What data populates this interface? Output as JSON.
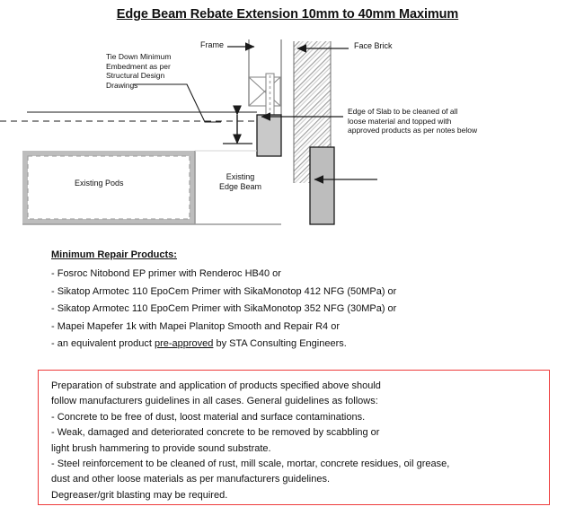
{
  "document": {
    "title": "Edge Beam Rebate Extension 10mm to 40mm Maximum"
  },
  "drawing": {
    "name": "edge-beam-rebate-section-detail",
    "labels": {
      "frame": "Frame",
      "face_brick": "Face Brick",
      "tie_down": "Tie Down Minimum\nEmbedment as per\nStructural Design\nDrawings",
      "edge_of_slab": "Edge of Slab to be cleaned of all\nloose material and topped with\napproved products as per notes below",
      "existing_pods": "Existing Pods",
      "existing_edge_beam": "Existing\nEdge Beam"
    },
    "colors": {
      "line": "#1a1a1a",
      "concrete_fill": "#bdbdbd",
      "rebate_fill": "#c9c9c9",
      "hatch": "#9a9a9a"
    }
  },
  "products": {
    "heading": "Minimum Repair Products:",
    "items": [
      {
        "text": "- Fosroc Nitobond EP primer with Renderoc HB40 or"
      },
      {
        "text": "- Sikatop Armotec 110 EpoCem Primer with SikaMonotop 412 NFG (50MPa) or"
      },
      {
        "text": "- Sikatop Armotec 110 EpoCem Primer with SikaMonotop 352 NFG (30MPa) or"
      },
      {
        "text": "- Mapei Mapefer 1k with Mapei Planitop Smooth and Repair R4 or"
      },
      {
        "pre": "- an equivalent product ",
        "underlined": "pre-approved",
        "post": " by STA Consulting Engineers."
      }
    ]
  },
  "notes": {
    "border_color": "#ee3b3b",
    "lines": [
      "Preparation of substrate and application of products specified above should",
      "follow manufacturers guidelines in all cases. General guidelines as follows:",
      "- Concrete to be free of dust, loost material and surface contaminations.",
      "- Weak, damaged and deteriorated concrete to be removed by scabbling or",
      "light brush hammering to provide sound substrate.",
      "- Steel reinforcement to be cleaned of rust, mill scale, mortar, concrete residues, oil grease,",
      "dust and other loose materials as per manufacturers guidelines.",
      "Degreaser/grit blasting may be required."
    ]
  }
}
